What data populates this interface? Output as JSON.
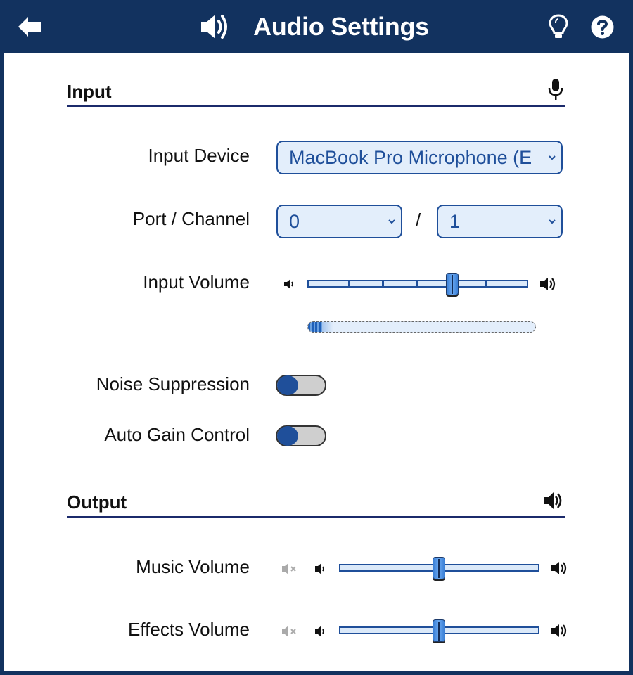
{
  "header": {
    "title": "Audio Settings",
    "back_icon": "arrow-left-icon",
    "title_icon": "speaker-icon",
    "hint_icon": "lightbulb-icon",
    "help_icon": "question-circle-icon"
  },
  "input_section": {
    "title": "Input",
    "icon": "microphone-icon",
    "device": {
      "label": "Input Device",
      "value": "MacBook Pro Microphone (Built-in)",
      "visible_value": "MacBook Pro Microphone (E"
    },
    "port_channel": {
      "label": "Port / Channel",
      "port": "0",
      "separator": "/",
      "channel": "1"
    },
    "volume": {
      "label": "Input Volume",
      "value_percent": 65,
      "ticks": 6,
      "min_icon": "speaker-low-icon",
      "max_icon": "speaker-high-icon"
    },
    "level_meter": {
      "value_percent": 6
    },
    "noise_suppression": {
      "label": "Noise Suppression",
      "enabled": false
    },
    "auto_gain": {
      "label": "Auto Gain Control",
      "enabled": false
    }
  },
  "output_section": {
    "title": "Output",
    "icon": "speaker-high-icon",
    "music": {
      "label": "Music Volume",
      "value_percent": 50,
      "mute_icon": "speaker-muted-icon",
      "min_icon": "speaker-low-icon",
      "max_icon": "speaker-high-icon"
    },
    "effects": {
      "label": "Effects Volume",
      "value_percent": 50,
      "mute_icon": "speaker-muted-icon",
      "min_icon": "speaker-low-icon",
      "max_icon": "speaker-high-icon"
    }
  },
  "colors": {
    "header_bg": "#12325f",
    "accent": "#1f4f9a",
    "select_bg": "#e3eefb",
    "toggle_off_bg": "#cfcfcf"
  }
}
